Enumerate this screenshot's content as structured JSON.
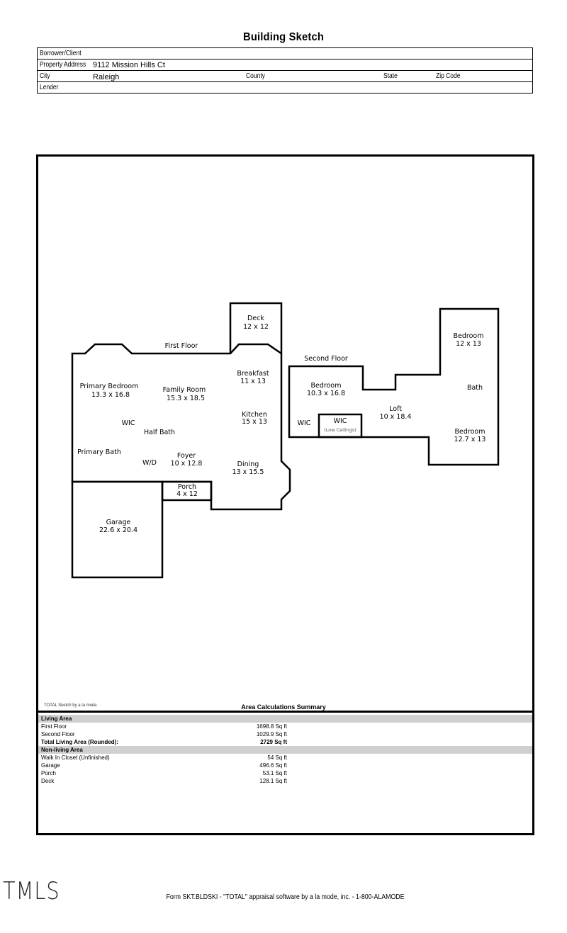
{
  "title": "Building Sketch",
  "header": {
    "borrower_label": "Borrower/Client",
    "borrower_value": "",
    "address_label": "Property Address",
    "address_value": "9112 Mission Hills Ct",
    "city_label": "City",
    "city_value": "Raleigh",
    "county_label": "County",
    "state_label": "State",
    "zip_label": "Zip Code",
    "lender_label": "Lender"
  },
  "sketch": {
    "first_floor_label": "First Floor",
    "second_floor_label": "Second Floor",
    "rooms": [
      {
        "name": "Deck",
        "dims": "12 x 12"
      },
      {
        "name": "Breakfast",
        "dims": "11 x 13"
      },
      {
        "name": "Primary Bedroom",
        "dims": "13.3 x 16.8"
      },
      {
        "name": "Family Room",
        "dims": "15.3 x 18.5"
      },
      {
        "name": "Kitchen",
        "dims": "15 x 13"
      },
      {
        "name": "WIC",
        "dims": ""
      },
      {
        "name": "Half Bath",
        "dims": ""
      },
      {
        "name": "Primary Bath",
        "dims": ""
      },
      {
        "name": "W/D",
        "dims": ""
      },
      {
        "name": "Foyer",
        "dims": "10 x 12.8"
      },
      {
        "name": "Dining",
        "dims": "13 x 15.5"
      },
      {
        "name": "Porch",
        "dims": "4 x 12"
      },
      {
        "name": "Garage",
        "dims": "22.6 x 20.4"
      },
      {
        "name": "Bedroom",
        "dims": "10.3 x 16.8"
      },
      {
        "name": "WIC",
        "dims": ""
      },
      {
        "name": "WIC",
        "dims": "(Low Ceilings)"
      },
      {
        "name": "Loft",
        "dims": "10 x 18.4"
      },
      {
        "name": "Bedroom",
        "dims": "12 x 13"
      },
      {
        "name": "Bath",
        "dims": ""
      },
      {
        "name": "Bedroom",
        "dims": "12.7 x 13"
      }
    ]
  },
  "summary": {
    "credit": "TOTAL Sketch by a la mode",
    "title": "Area Calculations Summary",
    "living_header": "Living Area",
    "living": [
      {
        "name": "First Floor",
        "value": "1698.8 Sq ft"
      },
      {
        "name": "Second Floor",
        "value": "1029.9 Sq ft"
      }
    ],
    "total": {
      "name": "Total Living Area (Rounded):",
      "value": "2729 Sq ft"
    },
    "nonliving_header": "Non-living Area",
    "nonliving": [
      {
        "name": "Walk In Closet (Unfinished)",
        "value": "54 Sq ft"
      },
      {
        "name": "Garage",
        "value": "496.6 Sq ft"
      },
      {
        "name": "Porch",
        "value": "53.1 Sq ft"
      },
      {
        "name": "Deck",
        "value": "128.1 Sq ft"
      }
    ]
  },
  "logo": "TMLS",
  "footer": "Form SKT.BLDSKI - \"TOTAL\" appraisal software by a la mode, inc. - 1-800-ALAMODE"
}
